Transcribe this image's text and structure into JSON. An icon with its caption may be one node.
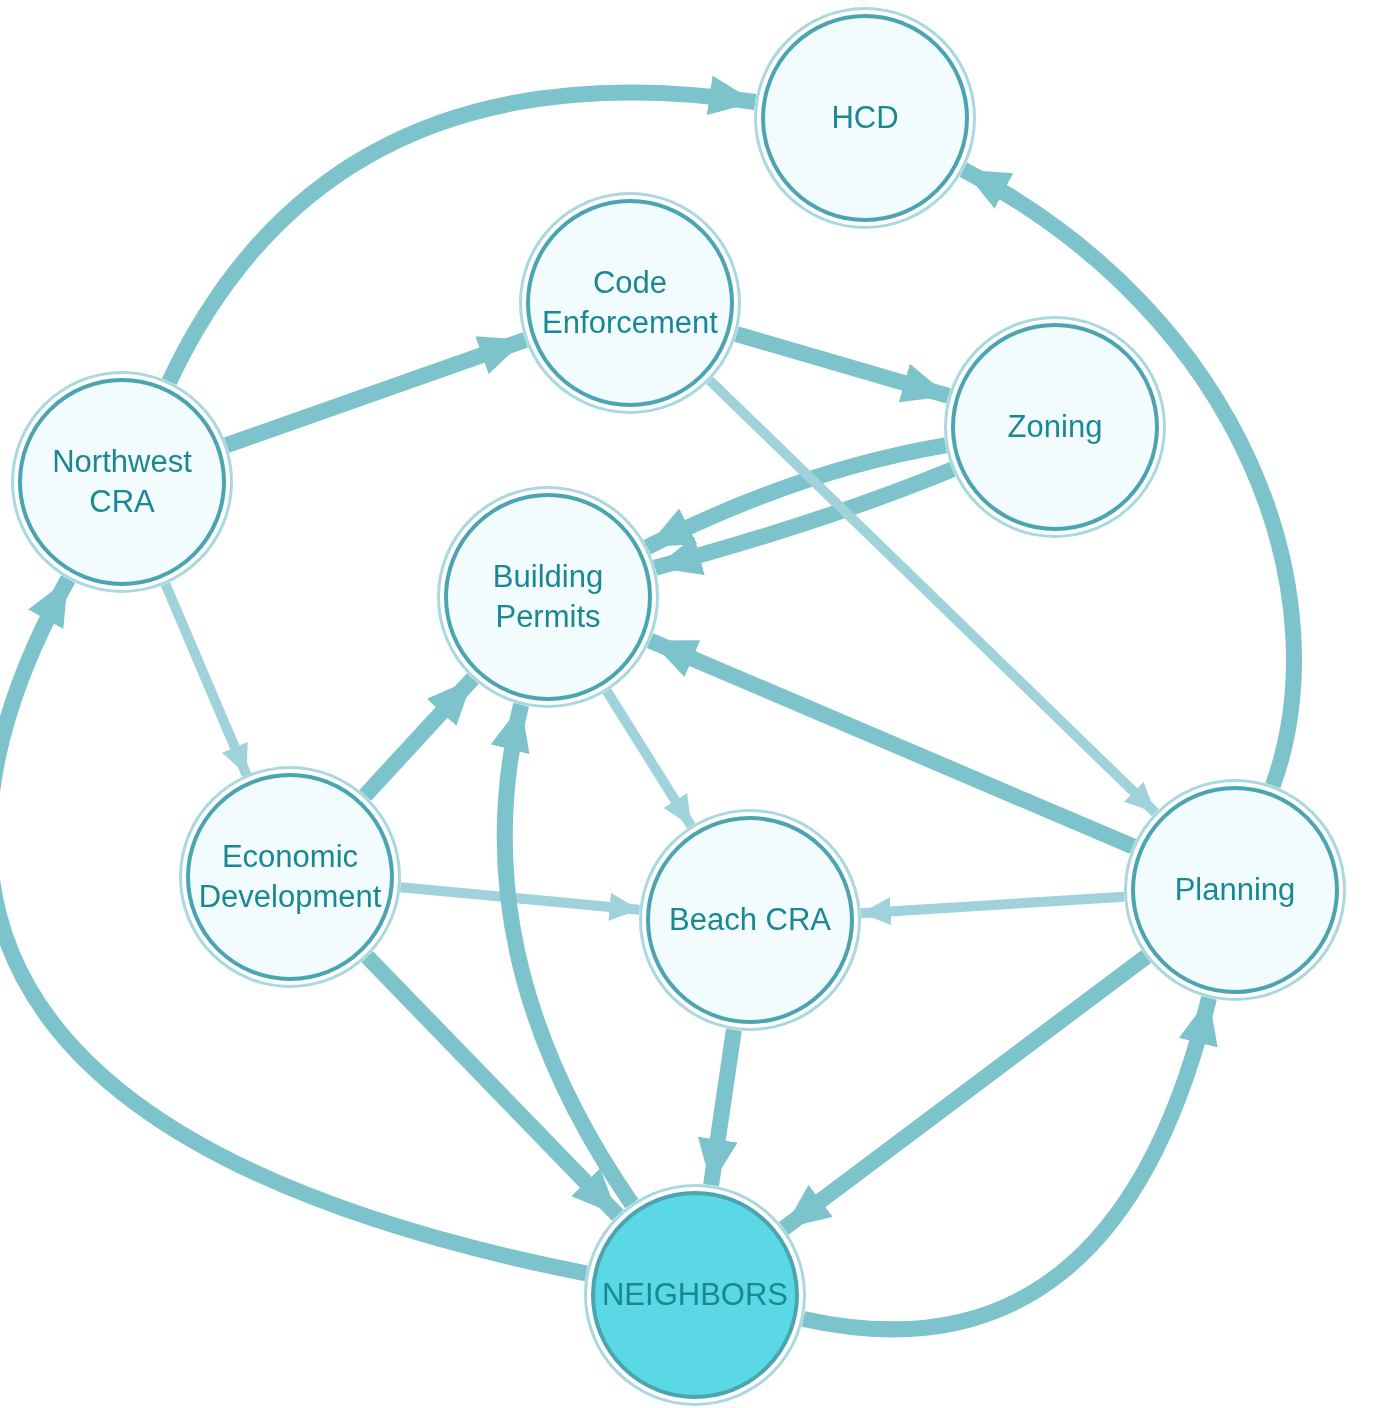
{
  "diagram": {
    "nodes": [
      {
        "text": [
          "HCD"
        ]
      },
      {
        "text": [
          "Code Enforcement"
        ]
      },
      {
        "text": [
          "Zoning"
        ]
      },
      {
        "text": [
          "Northwest CRA"
        ]
      },
      {
        "text": [
          "Building Permits"
        ]
      },
      {
        "text": [
          "Economic Development"
        ]
      },
      {
        "text": [
          "Beach CRA"
        ]
      },
      {
        "text": [
          "Planning"
        ]
      },
      {
        "text": [
          "NEIGHBORS"
        ]
      }
    ],
    "edges": [
      {
        "from": 3,
        "to": 0,
        "arrow": "to"
      },
      {
        "from": 3,
        "to": 1,
        "arrow": "to"
      },
      {
        "from": 1,
        "to": 2,
        "arrow": "to"
      },
      {
        "from": 2,
        "to": 4,
        "arrow": "to"
      },
      {
        "from": 2,
        "to": 4,
        "arrow": "to"
      },
      {
        "from": 1,
        "to": 7,
        "arrow": "to",
        "color": "#9fd2da"
      },
      {
        "from": 3,
        "to": 5,
        "arrow": "to",
        "color": "#9fd2da"
      },
      {
        "from": 5,
        "to": 4,
        "arrow": "to"
      },
      {
        "from": 5,
        "to": 6,
        "arrow": "to",
        "color": "#9fd2da"
      },
      {
        "from": 4,
        "to": 6,
        "arrow": "to",
        "color": "#9fd2da"
      },
      {
        "from": 7,
        "to": 4,
        "arrow": "to"
      },
      {
        "from": 7,
        "to": 0,
        "arrow": "to"
      },
      {
        "from": 7,
        "to": 6,
        "arrow": "to",
        "color": "#9fd2da"
      },
      {
        "from": 6,
        "to": 8,
        "arrow": "to"
      },
      {
        "from": 5,
        "to": 8,
        "arrow": "to"
      },
      {
        "from": 8,
        "to": 4,
        "arrow": "to"
      },
      {
        "from": 8,
        "to": 3,
        "arrow": "to"
      },
      {
        "from": 7,
        "to": 8,
        "arrow": "to"
      },
      {
        "from": 8,
        "to": 7,
        "arrow": "to"
      }
    ]
  }
}
